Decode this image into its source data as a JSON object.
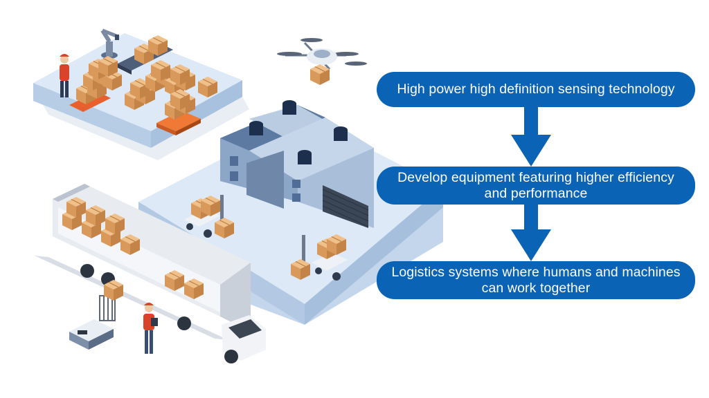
{
  "flow": {
    "steps": [
      {
        "lines": [
          "High power high definition sensing technology"
        ]
      },
      {
        "lines": [
          "Develop equipment featuring higher efficiency",
          "and performance"
        ]
      },
      {
        "lines": [
          "Logistics systems where humans and machines",
          "can work together"
        ]
      }
    ],
    "colors": {
      "box": "#0a63b5",
      "text": "#ffffff",
      "arrow": "#0a63b5"
    }
  },
  "illustration": {
    "subject": "isometric logistics scene",
    "icons": [
      "robot-arm-icon",
      "drone-icon",
      "warehouse-icon",
      "forklift-icon",
      "truck-icon",
      "worker-icon",
      "agv-icon",
      "box-icon"
    ],
    "colors": {
      "platform": "#dbe8f5",
      "platform-edge": "#b9cfe6",
      "box": "#e0a96a",
      "building": "#8fa9c9",
      "accent": "#e8602c"
    }
  }
}
